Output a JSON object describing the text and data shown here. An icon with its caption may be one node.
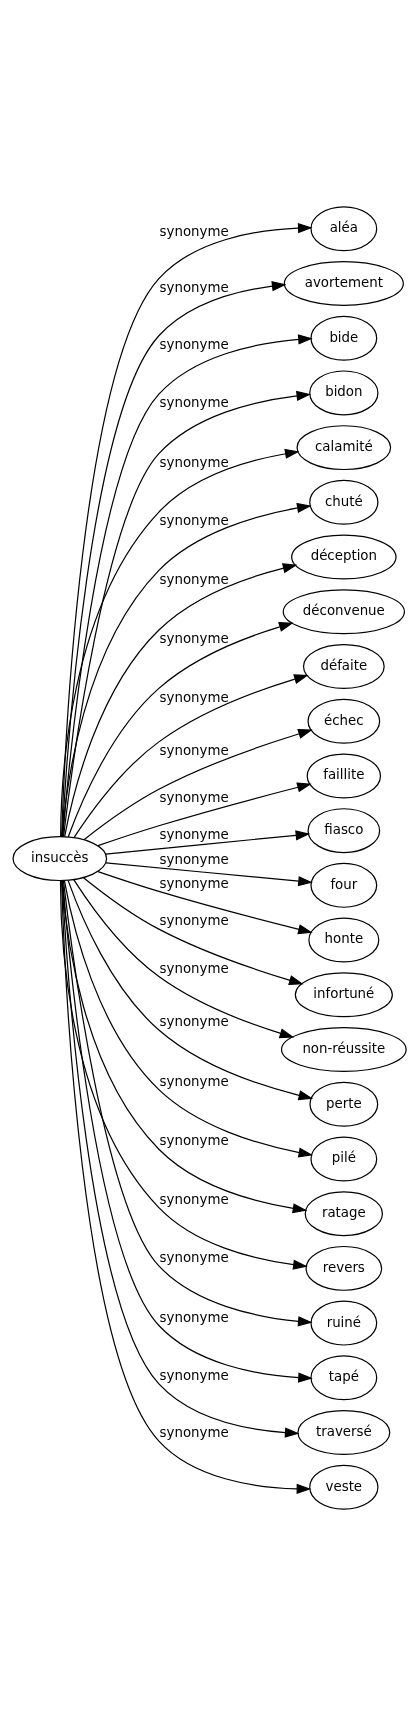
{
  "diagram": {
    "nodes": [
      {
        "text": [
          "insuccès"
        ]
      },
      {
        "text": [
          "aléa"
        ]
      },
      {
        "text": [
          "avortement"
        ]
      },
      {
        "text": [
          "bide"
        ]
      },
      {
        "text": [
          "bidon"
        ]
      },
      {
        "text": [
          "calamité"
        ]
      },
      {
        "text": [
          "chuté"
        ]
      },
      {
        "text": [
          "déception"
        ]
      },
      {
        "text": [
          "déconvenue"
        ]
      },
      {
        "text": [
          "défaite"
        ]
      },
      {
        "text": [
          "échec"
        ]
      },
      {
        "text": [
          "faillite"
        ]
      },
      {
        "text": [
          "fiasco"
        ]
      },
      {
        "text": [
          "four"
        ]
      },
      {
        "text": [
          "honte"
        ]
      },
      {
        "text": [
          "infortuné"
        ]
      },
      {
        "text": [
          "non-réussite"
        ]
      },
      {
        "text": [
          "perte"
        ]
      },
      {
        "text": [
          "pilé"
        ]
      },
      {
        "text": [
          "ratage"
        ]
      },
      {
        "text": [
          "revers"
        ]
      },
      {
        "text": [
          "ruiné"
        ]
      },
      {
        "text": [
          "tapé"
        ]
      },
      {
        "text": [
          "traversé"
        ]
      },
      {
        "text": [
          "veste"
        ]
      }
    ],
    "edges": [
      {
        "from": 0,
        "to": 1,
        "arrow": "to",
        "label": "synonyme"
      },
      {
        "from": 0,
        "to": 2,
        "arrow": "to",
        "label": "synonyme"
      },
      {
        "from": 0,
        "to": 3,
        "arrow": "to",
        "label": "synonyme"
      },
      {
        "from": 0,
        "to": 4,
        "arrow": "to",
        "label": "synonyme"
      },
      {
        "from": 0,
        "to": 5,
        "arrow": "to",
        "label": "synonyme"
      },
      {
        "from": 0,
        "to": 6,
        "arrow": "to",
        "label": "synonyme"
      },
      {
        "from": 0,
        "to": 7,
        "arrow": "to",
        "label": "synonyme"
      },
      {
        "from": 0,
        "to": 8,
        "arrow": "to",
        "label": "synonyme"
      },
      {
        "from": 0,
        "to": 9,
        "arrow": "to",
        "label": "synonyme"
      },
      {
        "from": 0,
        "to": 10,
        "arrow": "to",
        "label": "synonyme"
      },
      {
        "from": 0,
        "to": 11,
        "arrow": "to",
        "label": "synonyme"
      },
      {
        "from": 0,
        "to": 12,
        "arrow": "to",
        "label": "synonyme"
      },
      {
        "from": 0,
        "to": 13,
        "arrow": "to",
        "label": "synonyme"
      },
      {
        "from": 0,
        "to": 14,
        "arrow": "to",
        "label": "synonyme"
      },
      {
        "from": 0,
        "to": 15,
        "arrow": "to",
        "label": "synonyme"
      },
      {
        "from": 0,
        "to": 16,
        "arrow": "to",
        "label": "synonyme"
      },
      {
        "from": 0,
        "to": 17,
        "arrow": "to",
        "label": "synonyme"
      },
      {
        "from": 0,
        "to": 18,
        "arrow": "to",
        "label": "synonyme"
      },
      {
        "from": 0,
        "to": 19,
        "arrow": "to",
        "label": "synonyme"
      },
      {
        "from": 0,
        "to": 20,
        "arrow": "to",
        "label": "synonyme"
      },
      {
        "from": 0,
        "to": 21,
        "arrow": "to",
        "label": "synonyme"
      },
      {
        "from": 0,
        "to": 22,
        "arrow": "to",
        "label": "synonyme"
      },
      {
        "from": 0,
        "to": 23,
        "arrow": "to",
        "label": "synonyme"
      },
      {
        "from": 0,
        "to": 24,
        "arrow": "to",
        "label": "synonyme"
      }
    ]
  }
}
